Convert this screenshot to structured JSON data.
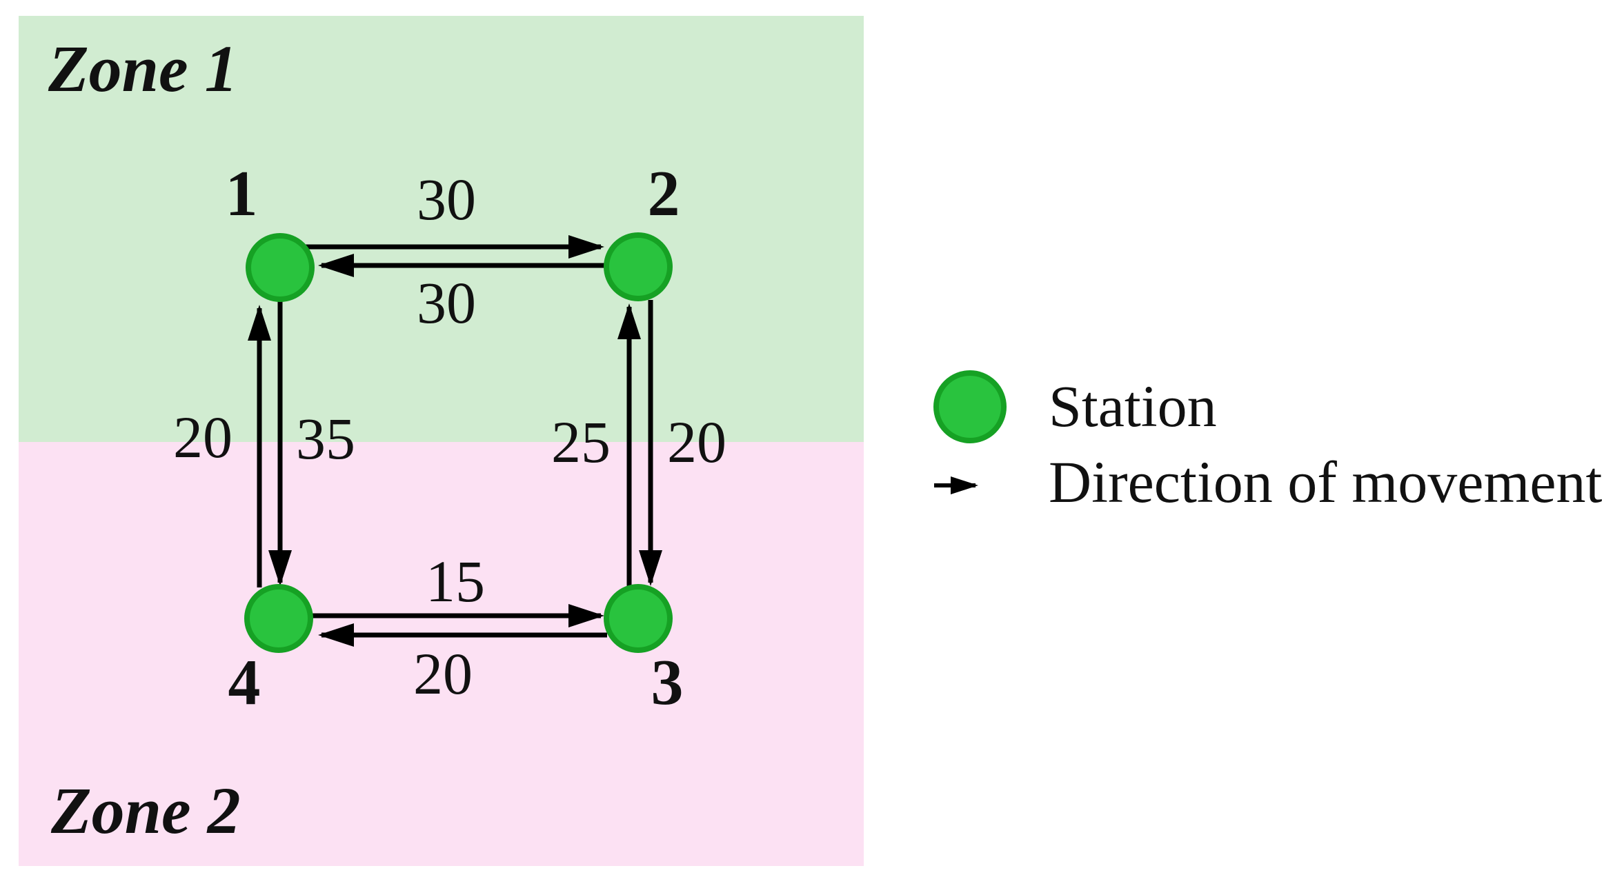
{
  "diagram": {
    "zones": [
      {
        "name": "Zone 1",
        "bg": "#d1ecd1"
      },
      {
        "name": "Zone 2",
        "bg": "#fce1f3"
      }
    ],
    "stations": [
      {
        "id": "1"
      },
      {
        "id": "2"
      },
      {
        "id": "3"
      },
      {
        "id": "4"
      }
    ],
    "station_style": {
      "fill": "#29c33e",
      "stroke": "#16a124"
    },
    "edges": [
      {
        "from": "1",
        "to": "2",
        "weight": "30"
      },
      {
        "from": "2",
        "to": "1",
        "weight": "30"
      },
      {
        "from": "4",
        "to": "1",
        "weight": "20"
      },
      {
        "from": "1",
        "to": "4",
        "weight": "35"
      },
      {
        "from": "3",
        "to": "2",
        "weight": "25"
      },
      {
        "from": "2",
        "to": "3",
        "weight": "20"
      },
      {
        "from": "4",
        "to": "3",
        "weight": "15"
      },
      {
        "from": "3",
        "to": "4",
        "weight": "20"
      }
    ],
    "colors": {
      "edge": "#000000"
    },
    "legend": {
      "items": [
        {
          "symbol": "station-circle",
          "label": "Station"
        },
        {
          "symbol": "direction-arrow",
          "label": "Direction of movement"
        }
      ]
    }
  }
}
